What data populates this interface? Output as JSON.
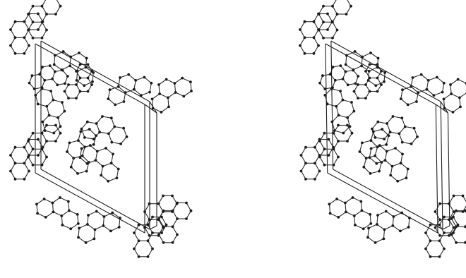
{
  "figure": {
    "kind": "stereo-pair crystal structure packing diagram",
    "panels": [
      "left-view",
      "right-view"
    ]
  },
  "colors": {
    "background": "#ffffff",
    "bond": "#2a2a2a",
    "atom": "#1a1a1a",
    "cell": "#1e1e1e"
  },
  "molecule": {
    "atoms": [
      [
        0,
        0
      ],
      [
        1,
        0
      ],
      [
        1.5,
        0.866
      ],
      [
        1,
        1.732
      ],
      [
        0,
        1.732
      ],
      [
        -0.5,
        0.866
      ],
      [
        2.5,
        0.866
      ],
      [
        3,
        1.732
      ],
      [
        2.5,
        2.598
      ],
      [
        1.5,
        2.598
      ],
      [
        -1.5,
        0.866
      ],
      [
        -2,
        1.732
      ],
      [
        -1.5,
        2.598
      ],
      [
        -0.5,
        2.598
      ]
    ],
    "bonds": [
      [
        0,
        1
      ],
      [
        1,
        2
      ],
      [
        2,
        3
      ],
      [
        3,
        4
      ],
      [
        4,
        5
      ],
      [
        5,
        0
      ],
      [
        2,
        6
      ],
      [
        6,
        7
      ],
      [
        7,
        8
      ],
      [
        8,
        9
      ],
      [
        9,
        3
      ],
      [
        5,
        10
      ],
      [
        10,
        11
      ],
      [
        11,
        12
      ],
      [
        12,
        13
      ],
      [
        13,
        4
      ]
    ]
  }
}
